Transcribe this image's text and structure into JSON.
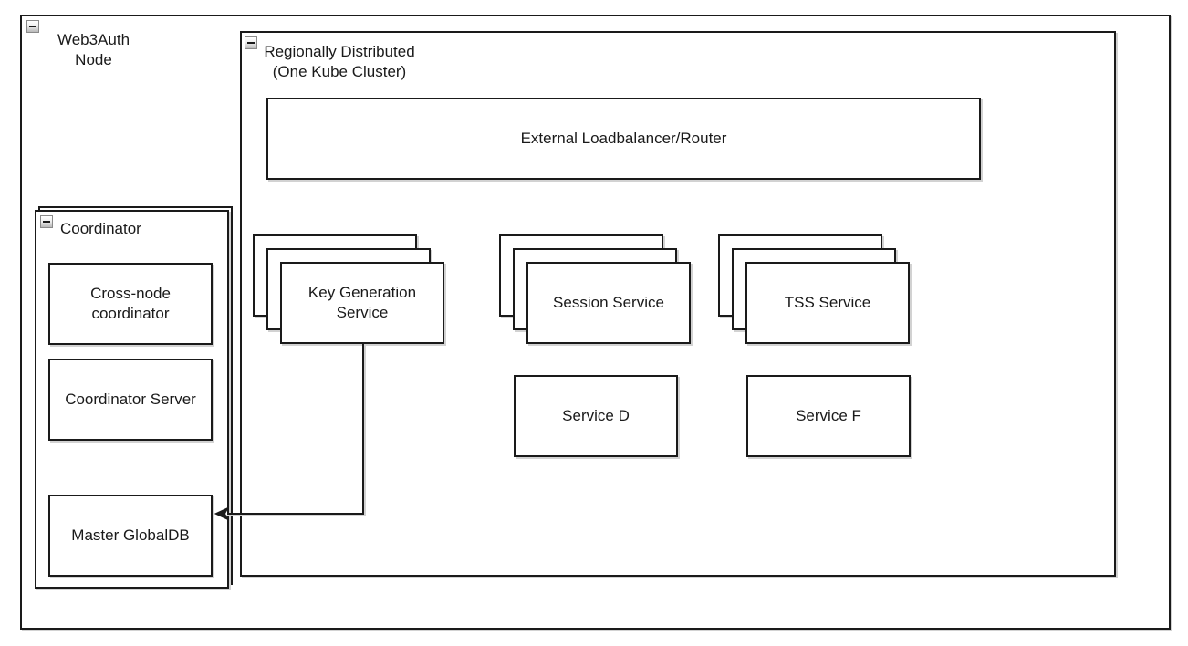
{
  "colors": {
    "border": "#1a1a1a",
    "shadow": "#d2d2d2",
    "canvas_bg": "#ffffff",
    "collapse_button_gradient_top": "#ffffff",
    "collapse_button_gradient_bottom": "#b9b9b9"
  },
  "icons": {
    "collapse": "minus-box"
  },
  "web3auth_node": {
    "label": [
      "Web3Auth",
      "Node"
    ]
  },
  "cluster": {
    "label": [
      "Regionally Distributed",
      "(One Kube Cluster)"
    ]
  },
  "loadbalancer": {
    "label": "External Loadbalancer/Router"
  },
  "stacks": [
    {
      "id": "key-generation-service",
      "label": [
        "Key Generation",
        "Service"
      ],
      "replicas_shown": 3
    },
    {
      "id": "session-service",
      "label": [
        "Session Service"
      ],
      "replicas_shown": 3
    },
    {
      "id": "tss-service",
      "label": [
        "TSS Service"
      ],
      "replicas_shown": 3
    }
  ],
  "services": [
    {
      "label": "Service D"
    },
    {
      "label": "Service F"
    }
  ],
  "coordinator": {
    "label": "Coordinator",
    "children": [
      {
        "label": [
          "Cross-node",
          "coordinator"
        ]
      },
      {
        "label": [
          "Coordinator Server"
        ]
      },
      {
        "label": [
          "Master GlobalDB"
        ]
      }
    ]
  },
  "edge": {
    "from": "Key Generation Service",
    "to": "Master GlobalDB",
    "type": "orthogonal-arrow"
  }
}
